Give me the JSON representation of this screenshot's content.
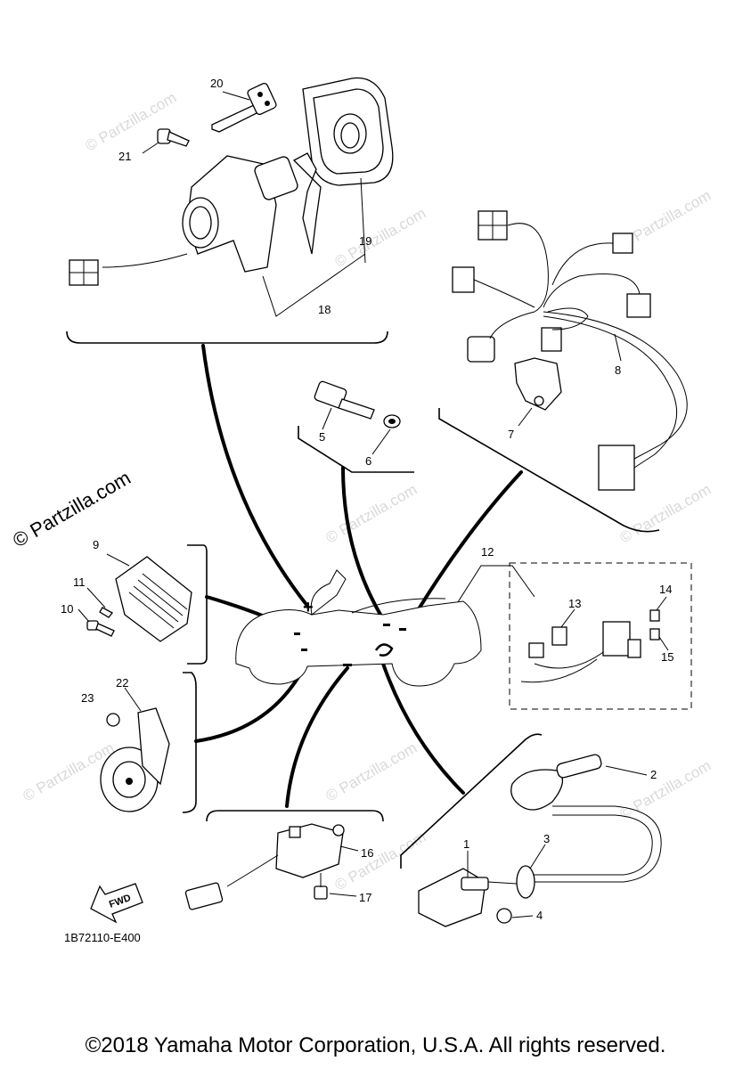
{
  "diagram": {
    "code": "1B72110-E400",
    "fwd_label": "FWD",
    "copyright": "©2018 Yamaha Motor Corporation, U.S.A. All rights reserved.",
    "watermark": "© Partzilla.com",
    "callouts": [
      {
        "id": "1",
        "text": "1"
      },
      {
        "id": "2",
        "text": "2"
      },
      {
        "id": "3",
        "text": "3"
      },
      {
        "id": "4",
        "text": "4"
      },
      {
        "id": "5",
        "text": "5"
      },
      {
        "id": "6",
        "text": "6"
      },
      {
        "id": "7",
        "text": "7"
      },
      {
        "id": "8",
        "text": "8"
      },
      {
        "id": "9",
        "text": "9"
      },
      {
        "id": "10",
        "text": "10"
      },
      {
        "id": "11",
        "text": "11"
      },
      {
        "id": "12",
        "text": "12"
      },
      {
        "id": "13",
        "text": "13"
      },
      {
        "id": "14",
        "text": "14"
      },
      {
        "id": "15",
        "text": "15"
      },
      {
        "id": "16",
        "text": "16"
      },
      {
        "id": "17",
        "text": "17"
      },
      {
        "id": "18",
        "text": "18"
      },
      {
        "id": "19",
        "text": "19"
      },
      {
        "id": "20",
        "text": "20"
      },
      {
        "id": "21",
        "text": "21"
      },
      {
        "id": "22",
        "text": "22"
      },
      {
        "id": "23",
        "text": "23"
      }
    ]
  }
}
